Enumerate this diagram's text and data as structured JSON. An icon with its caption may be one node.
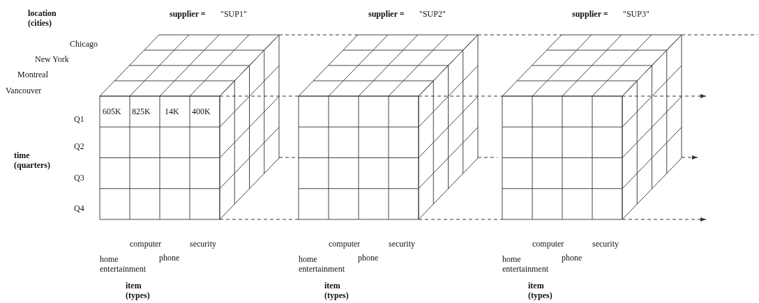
{
  "diagram": {
    "labels": [
      "location (cities)",
      "supplier =",
      "\"SUP1\"",
      "supplier =",
      "\"SUP2\"",
      "supplier =",
      "\"SUP3\"",
      "Chicago",
      "New York",
      "Montreal",
      "Vancouver",
      "Q1",
      "605K",
      "825K",
      "14K",
      "400K",
      "Q2",
      "time (quarters)",
      "Q3",
      "Q4",
      "computer",
      "security",
      "home entertainment",
      "phone",
      "item (types)",
      "computer",
      "security",
      "home entertainment",
      "phone",
      "item (types)",
      "computer",
      "security",
      "home entertainment",
      "phone",
      "item (types)"
    ]
  }
}
